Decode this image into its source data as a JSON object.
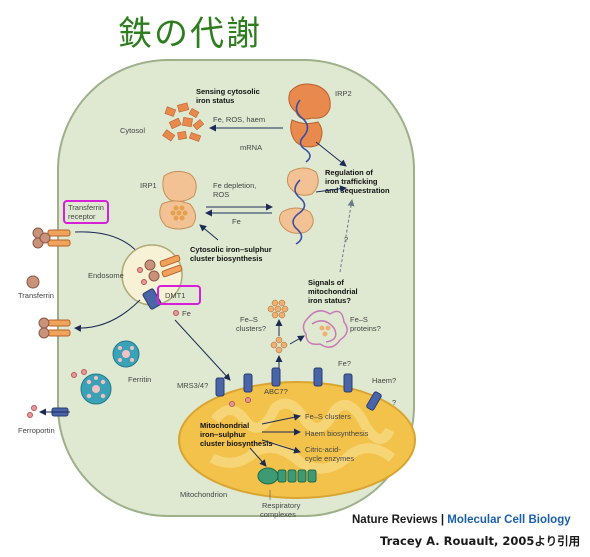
{
  "title": "鉄の代謝",
  "diagram": {
    "cytosol": "Cytosol",
    "sensing": [
      "Sensing cytosolic",
      "iron status"
    ],
    "irp2": "IRP2",
    "fe_ros_haem": "Fe, ROS, haem",
    "mrna": "mRNA",
    "irp1": "IRP1",
    "fe_depletion": [
      "Fe depletion,",
      "ROS"
    ],
    "fe": "Fe",
    "regulation": [
      "Regulation of",
      "iron trafficking",
      "and sequestration"
    ],
    "cytosolic_fes": [
      "Cytosolic iron–sulphur",
      "cluster biosynthesis"
    ],
    "transferrin_receptor": [
      "Transferrin",
      "receptor"
    ],
    "endosome": "Endosome",
    "transferrin": "Transferrin",
    "dmt1": "DMT1",
    "fe_small": "Fe",
    "question": "?",
    "signals": [
      "Signals of",
      "mitochondrial",
      "iron status?"
    ],
    "fes_clusters_q": [
      "Fe–S",
      "clusters?"
    ],
    "fes_proteins_q": [
      "Fe–S",
      "proteins?"
    ],
    "ferritin": "Ferritin",
    "ferroportin": "Ferroportin",
    "mrs34": "MRS3/4?",
    "abc7": "ABC7?",
    "fe_q": "Fe?",
    "haem_q": "Haem?",
    "q2": "?",
    "mito_fes": [
      "Mitochondrial",
      "iron–sulphur",
      "cluster biosynthesis"
    ],
    "fes_clusters": "Fe–S clusters",
    "haem_bio": "Haem biosynthesis",
    "citric": [
      "Citric-acid-",
      "cycle enzymes"
    ],
    "resp": [
      "Respiratory",
      "complexes"
    ],
    "mitochondrion": "Mitochondrion"
  },
  "credit": {
    "journal_a": "Nature Reviews",
    "sep": "|",
    "journal_b": "Molecular Cell Biology",
    "author": "Tracey A. Rouault, 2005より引用"
  },
  "colors": {
    "title": "#2e7d1e",
    "cell_fill": "#dfe9d2",
    "cell_stroke": "#9db08a",
    "mito_fill": "#f2c24a",
    "protein": "#e88a4e",
    "transporter": "#4a64a8",
    "highlight": "#d81fd8",
    "ferritin": "#3ba1b6",
    "mcb_blue": "#1b5faa"
  }
}
